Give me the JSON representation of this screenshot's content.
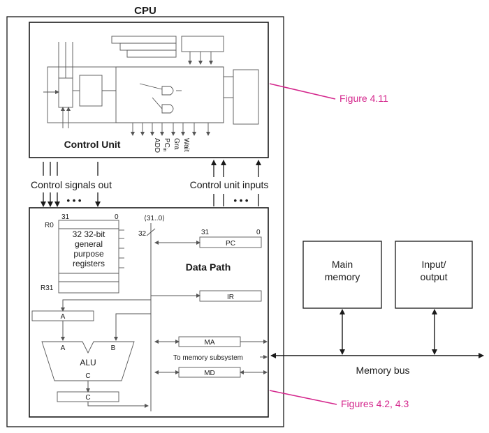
{
  "title": "CPU",
  "control_unit": {
    "label": "Control Unit",
    "signals": [
      "ADD",
      "PC",
      "in",
      "Gra",
      "Wait"
    ]
  },
  "control_signals_out": "Control signals out",
  "control_unit_inputs": "Control unit inputs",
  "dots": "• • •",
  "data_path": {
    "label": "Data Path",
    "registers": {
      "r0": "R0",
      "r31": "R31",
      "bit_high": "31",
      "bit_low": "0",
      "text": [
        "32 32-bit",
        "general",
        "purpose",
        "registers"
      ]
    },
    "bus_range": "⟨31..0⟩",
    "bus_width": "32",
    "pc": {
      "bit_high": "31",
      "bit_low": "0",
      "label": "PC"
    },
    "ir": "IR",
    "a_reg": "A",
    "alu": {
      "in_a": "A",
      "in_b": "B",
      "label": "ALU",
      "out": "C"
    },
    "c_reg": "C",
    "ma": "MA",
    "to_memory": "To memory subsystem",
    "md": "MD"
  },
  "main_memory": [
    "Main",
    "memory"
  ],
  "input_output": [
    "Input/",
    "output"
  ],
  "memory_bus": "Memory bus",
  "figure_ref_top": "Figure 4.11",
  "figure_ref_bottom": "Figures 4.2, 4.3",
  "colors": {
    "accent": "#d4268c",
    "line": "#1a1a1a",
    "detail": "#555555"
  }
}
